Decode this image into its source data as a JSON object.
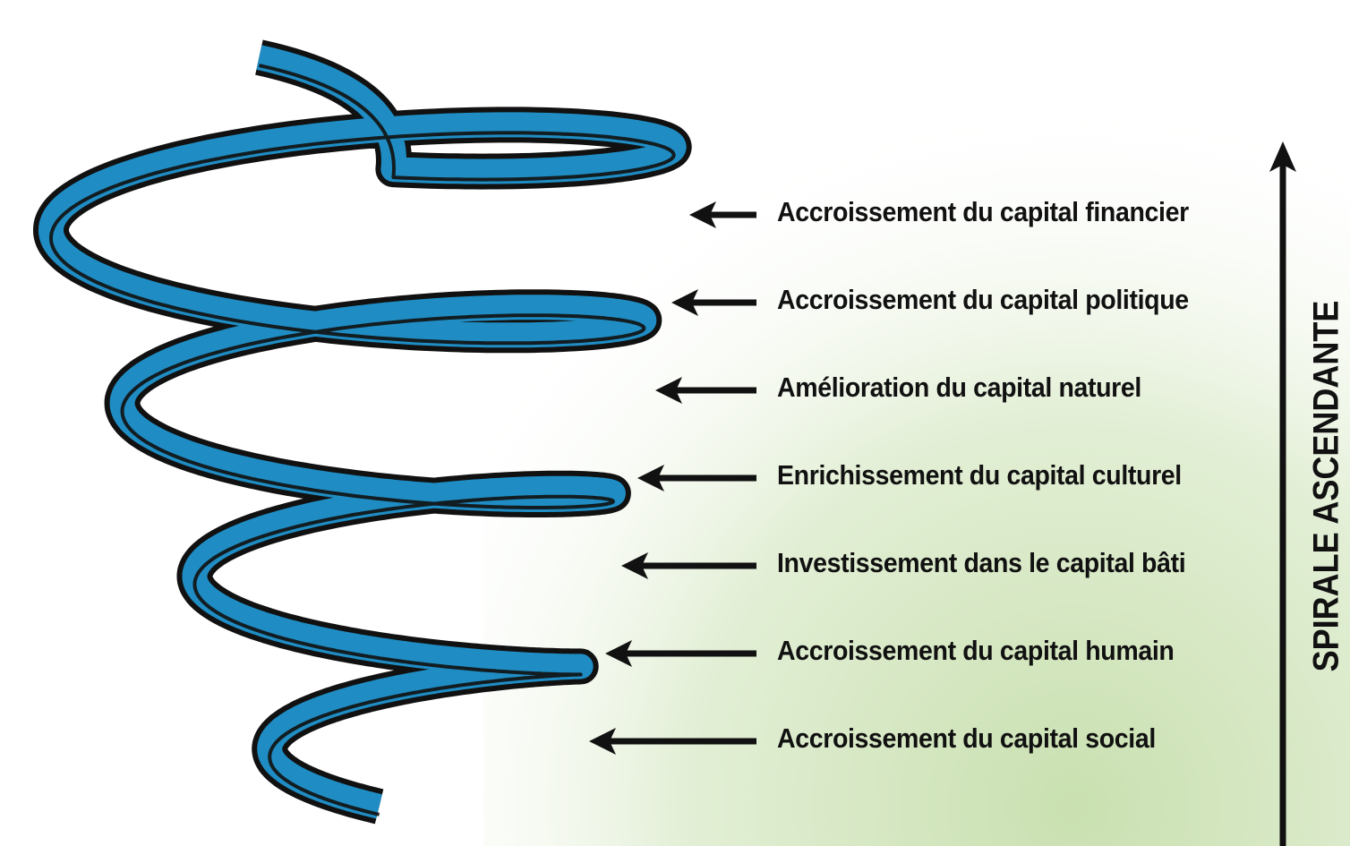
{
  "diagram": {
    "vertical_title": "SPIRALE ASCENDANTE",
    "spiral_color": "#1f8dc4",
    "outline_color": "#111111",
    "background_gradient": [
      "#ffffff",
      "#eef5e6",
      "#c9e0b0"
    ],
    "levels": [
      {
        "label": "Accroissement du capital financier"
      },
      {
        "label": "Accroissement du capital politique"
      },
      {
        "label": "Amélioration du capital naturel"
      },
      {
        "label": "Enrichissement du capital culturel"
      },
      {
        "label": "Investissement dans le capital bâti"
      },
      {
        "label": "Accroissement du capital humain"
      },
      {
        "label": "Accroissement du capital social"
      }
    ]
  }
}
